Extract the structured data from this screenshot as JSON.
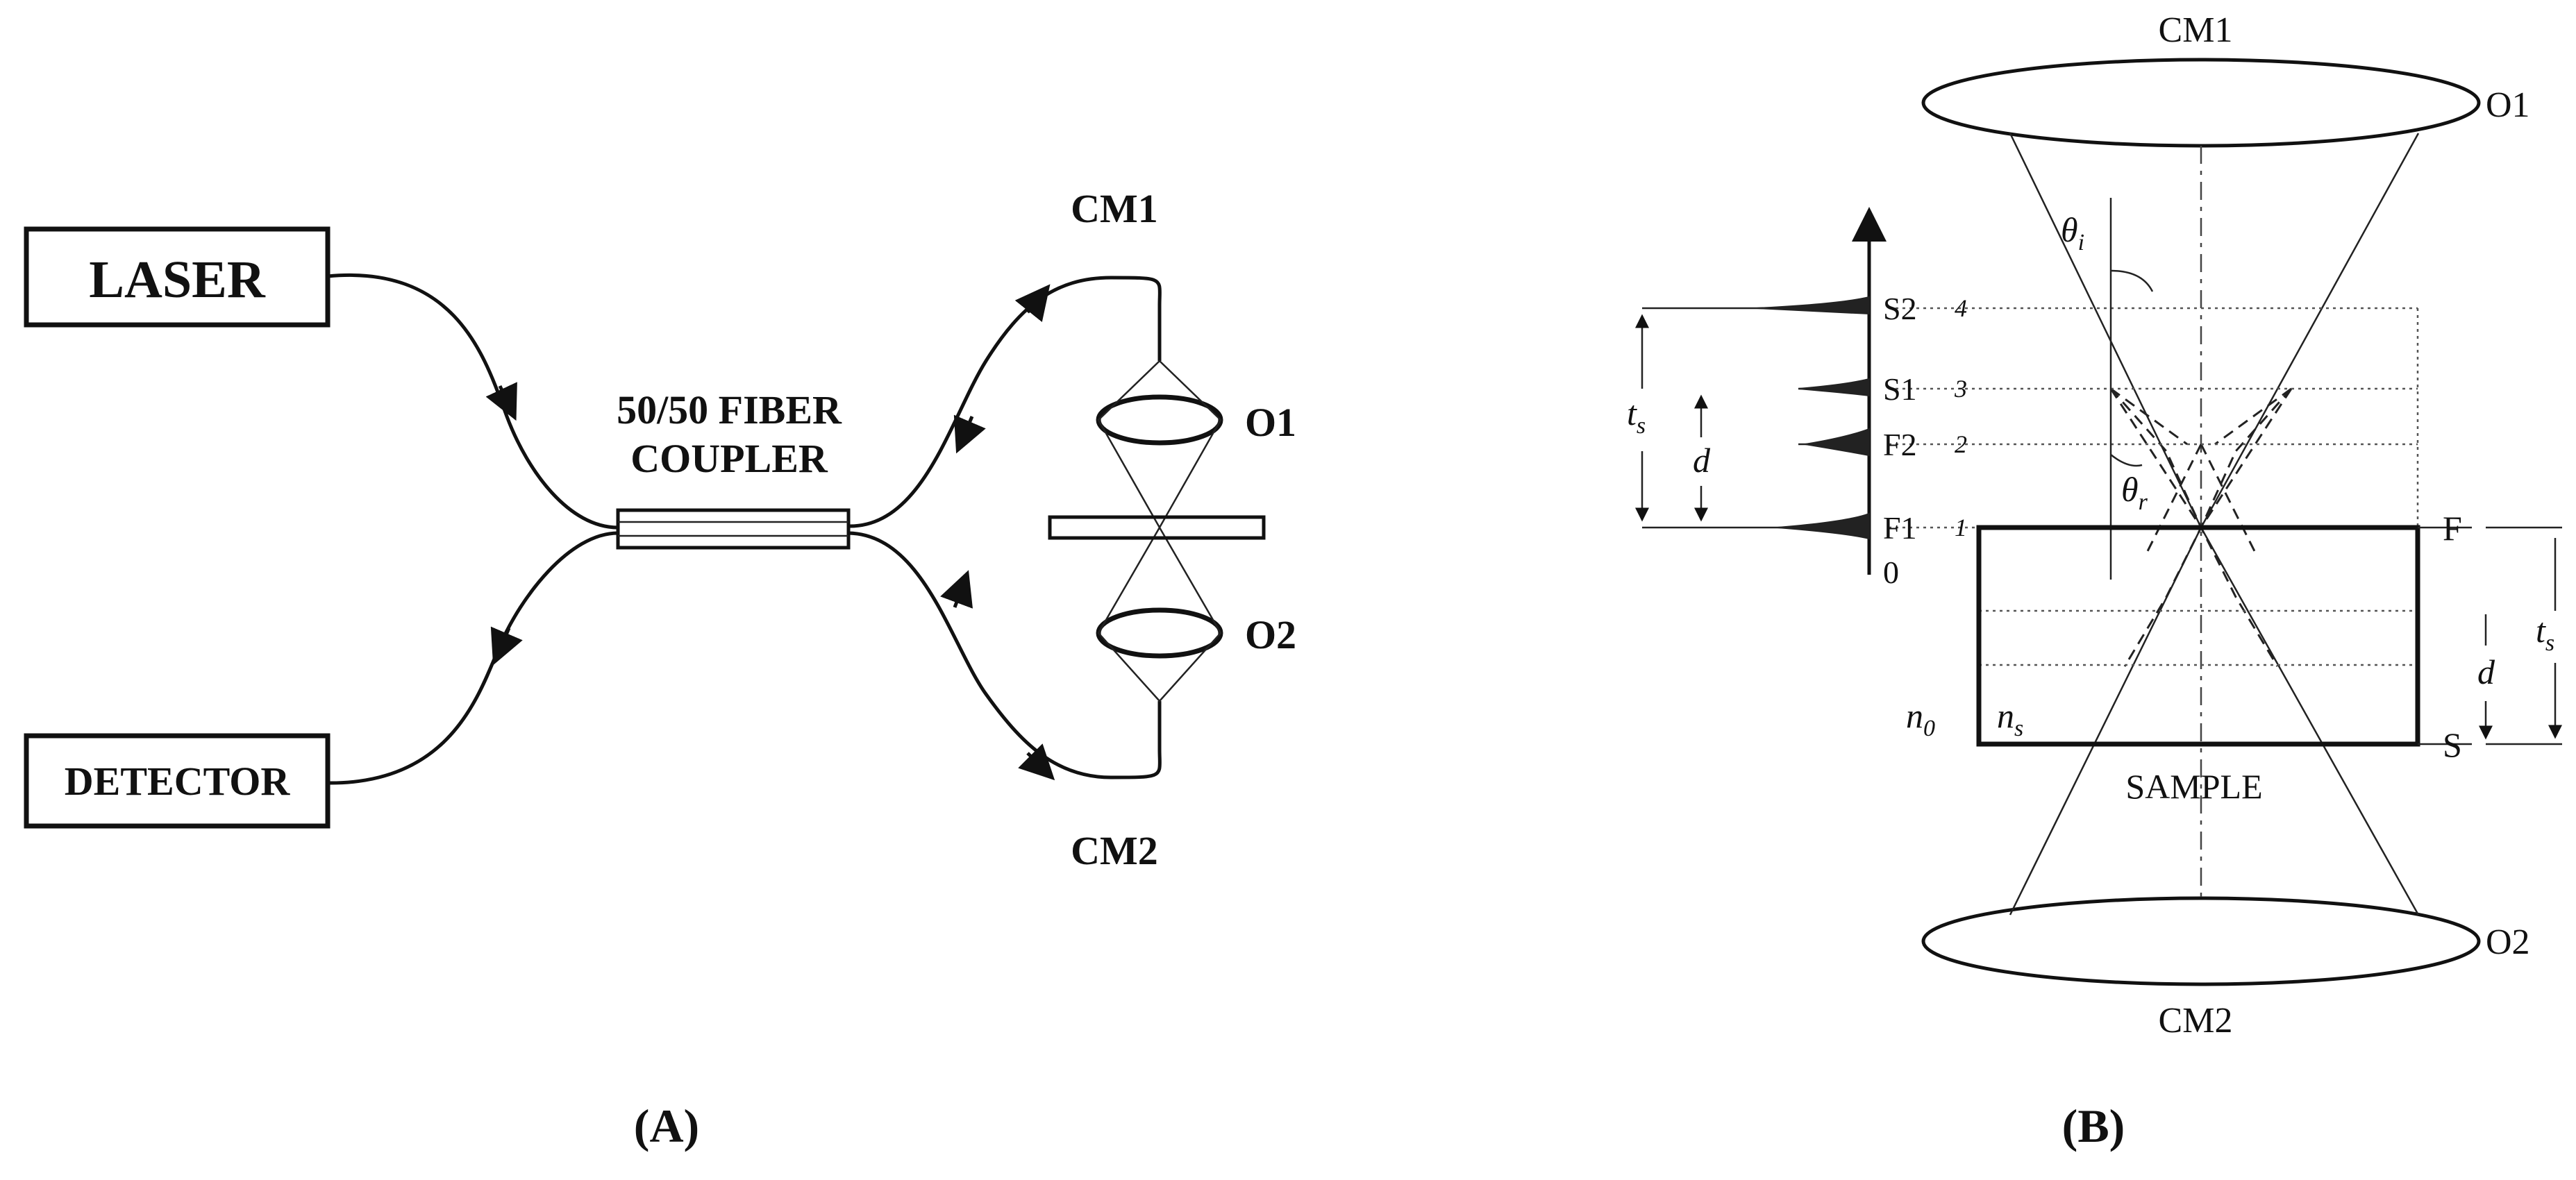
{
  "panel_a": {
    "caption": "(A)",
    "laser": "LASER",
    "detector": "DETECTOR",
    "coupler_line1": "50/50 FIBER",
    "coupler_line2": "COUPLER",
    "cm1": "CM1",
    "cm2": "CM2",
    "o1": "O1",
    "o2": "O2"
  },
  "panel_b": {
    "caption": "(B)",
    "cm1": "CM1",
    "cm2": "CM2",
    "o1": "O1",
    "o2": "O2",
    "sample": "SAMPLE",
    "f": "F",
    "s": "S",
    "axis_labels": [
      "S2",
      "S1",
      "F2",
      "F1",
      "0"
    ],
    "level_numbers": [
      "4",
      "3",
      "2",
      "1"
    ],
    "ts_left": "t",
    "ts_left_sub": "s",
    "d_left": "d",
    "ts_right": "t",
    "ts_right_sub": "s",
    "d_right": "d",
    "theta_i": "θ",
    "theta_i_sub": "i",
    "theta_r": "θ",
    "theta_r_sub": "r",
    "n0": "n",
    "n0_sub": "0",
    "ns": "n",
    "ns_sub": "s"
  }
}
